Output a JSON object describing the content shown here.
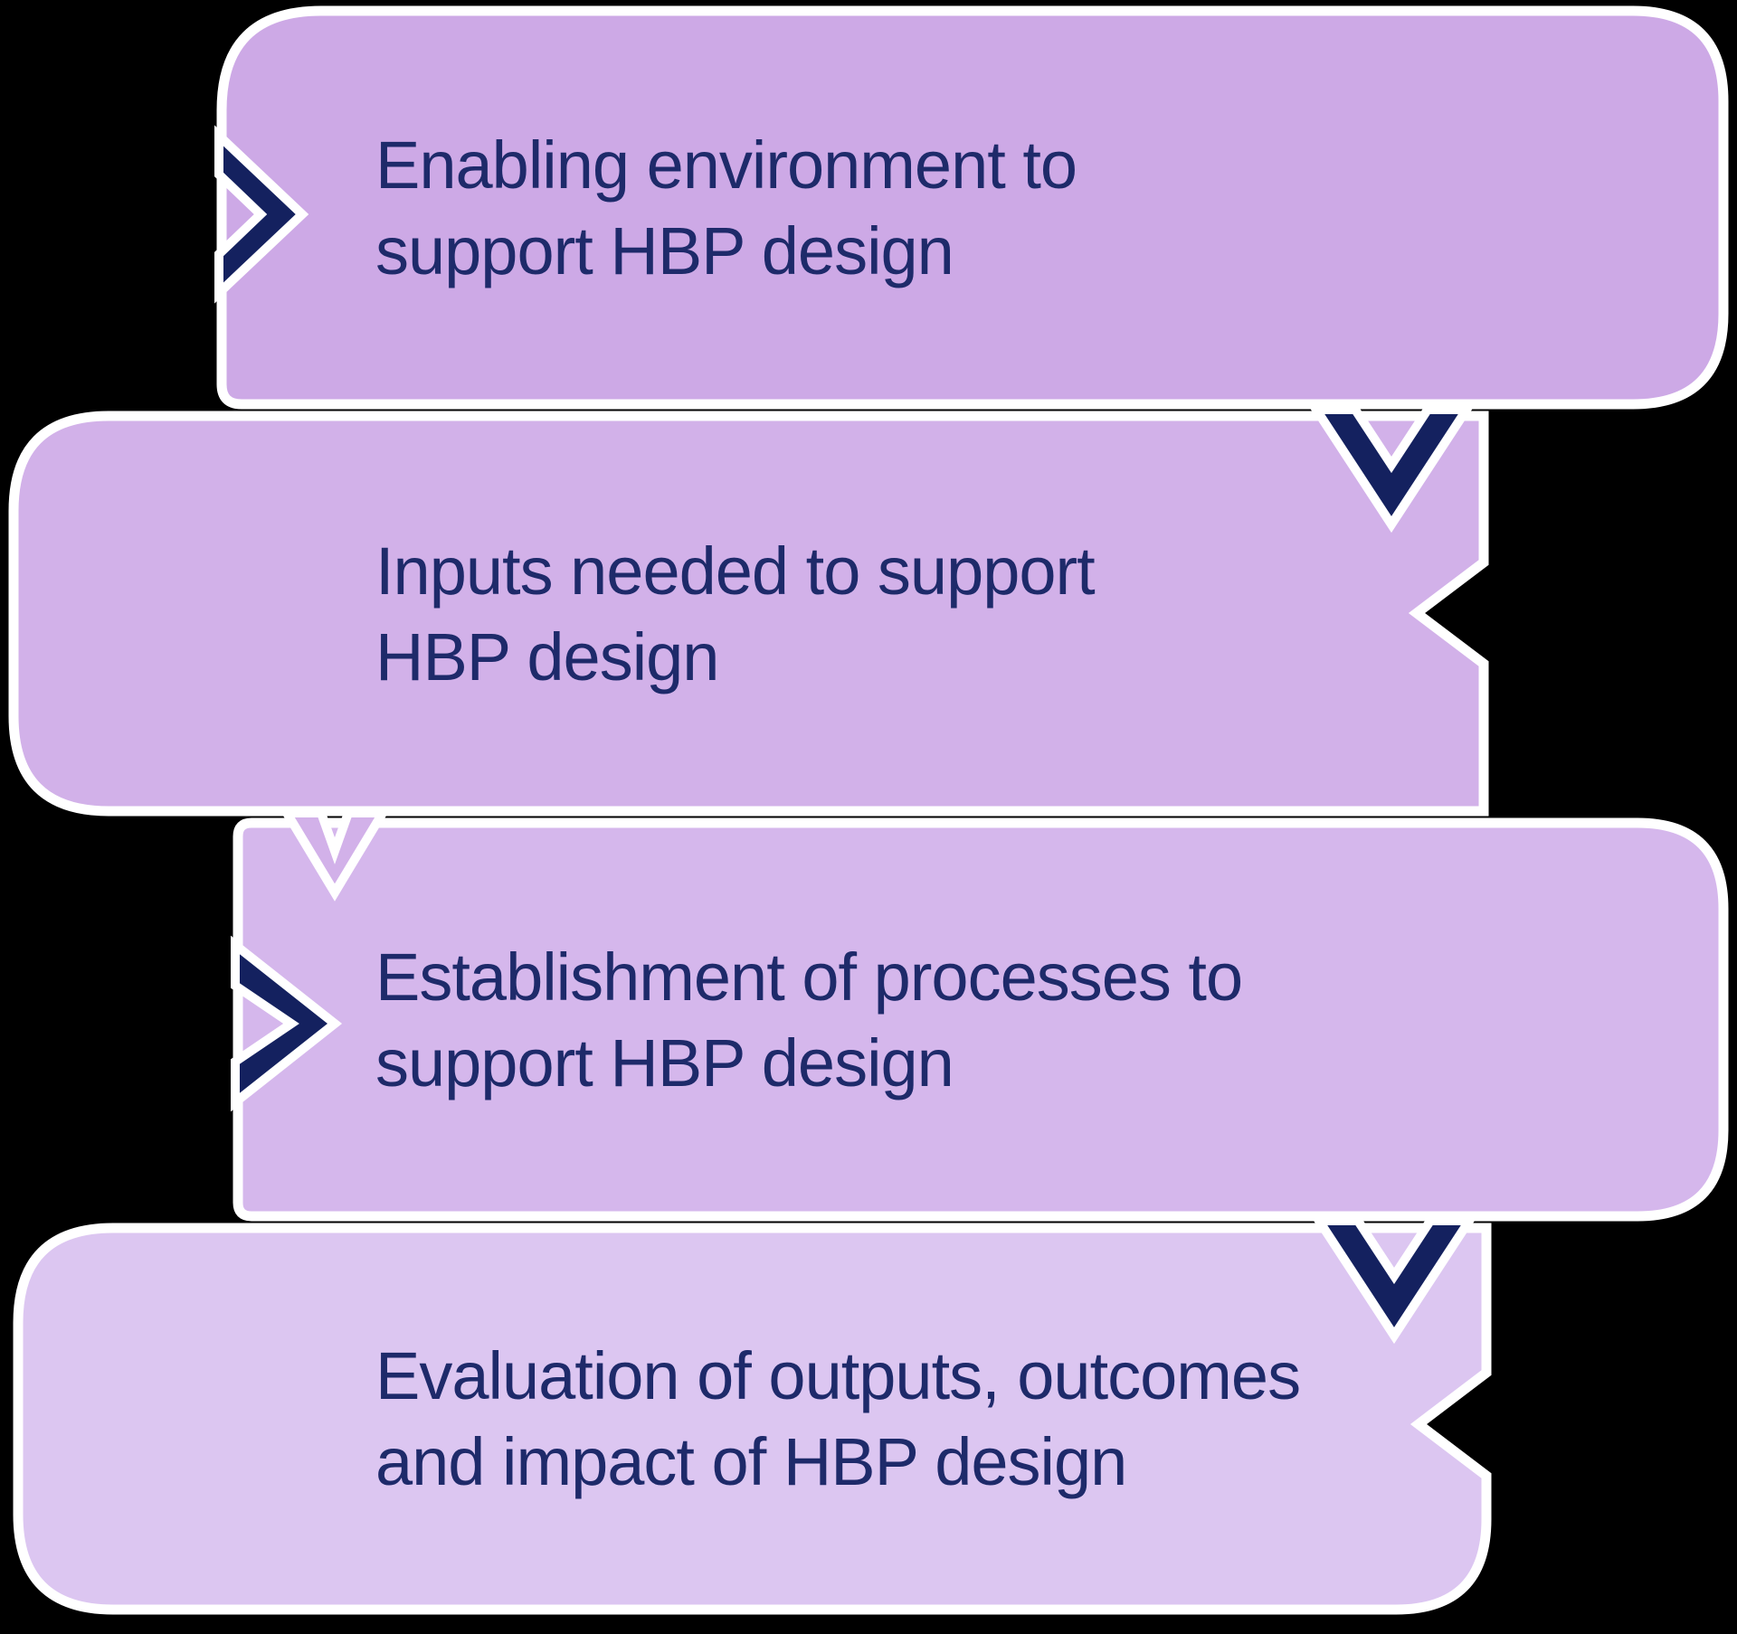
{
  "diagram": {
    "title": "HBP design process flow",
    "boxes": [
      {
        "id": "enabling-environment",
        "line1": "Enabling environment to",
        "line2": "support HBP design",
        "fill": "#cda9e6"
      },
      {
        "id": "inputs",
        "line1": "Inputs needed to support",
        "line2": "HBP design",
        "fill": "#d2b1e9"
      },
      {
        "id": "processes",
        "line1": "Establishment of processes to",
        "line2": "support HBP design",
        "fill": "#d5b7ec"
      },
      {
        "id": "evaluation",
        "line1": "Evaluation of outputs, outcomes",
        "line2": "and impact of HBP design",
        "fill": "#dcc6f1"
      }
    ],
    "icons": [
      "chevron-right-icon",
      "chevron-down-icon",
      "chevron-right-icon",
      "chevron-down-icon",
      "chevron-notch-icon"
    ]
  },
  "colors": {
    "background": "#000000",
    "outline": "#ffffff",
    "chevron_navy": "#14215f",
    "text_navy": "#1e2a6a"
  }
}
